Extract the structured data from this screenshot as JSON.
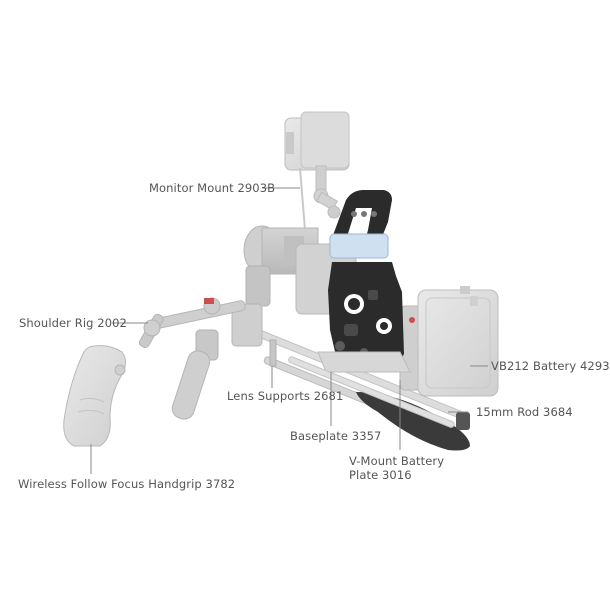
{
  "labels": {
    "monitor_mount": "Monitor Mount 2903B",
    "shoulder_rig": "Shoulder Rig 2002",
    "vb212_battery": "VB212 Battery 4293",
    "lens_supports": "Lens Supports 2681",
    "rod_15mm": "15mm Rod 3684",
    "baseplate": "Baseplate 3357",
    "vmount_plate_line1": "V-Mount Battery",
    "vmount_plate_line2": "Plate 3016",
    "handgrip": "Wireless Follow Focus Handgrip 3782"
  },
  "colors": {
    "ghost_part": "#d9d9d9",
    "ghost_edge": "#bdbdbd",
    "cage_black": "#2b2b2b",
    "leader_line": "#888888",
    "label_text": "#555555",
    "accent_red": "#c9504d"
  }
}
